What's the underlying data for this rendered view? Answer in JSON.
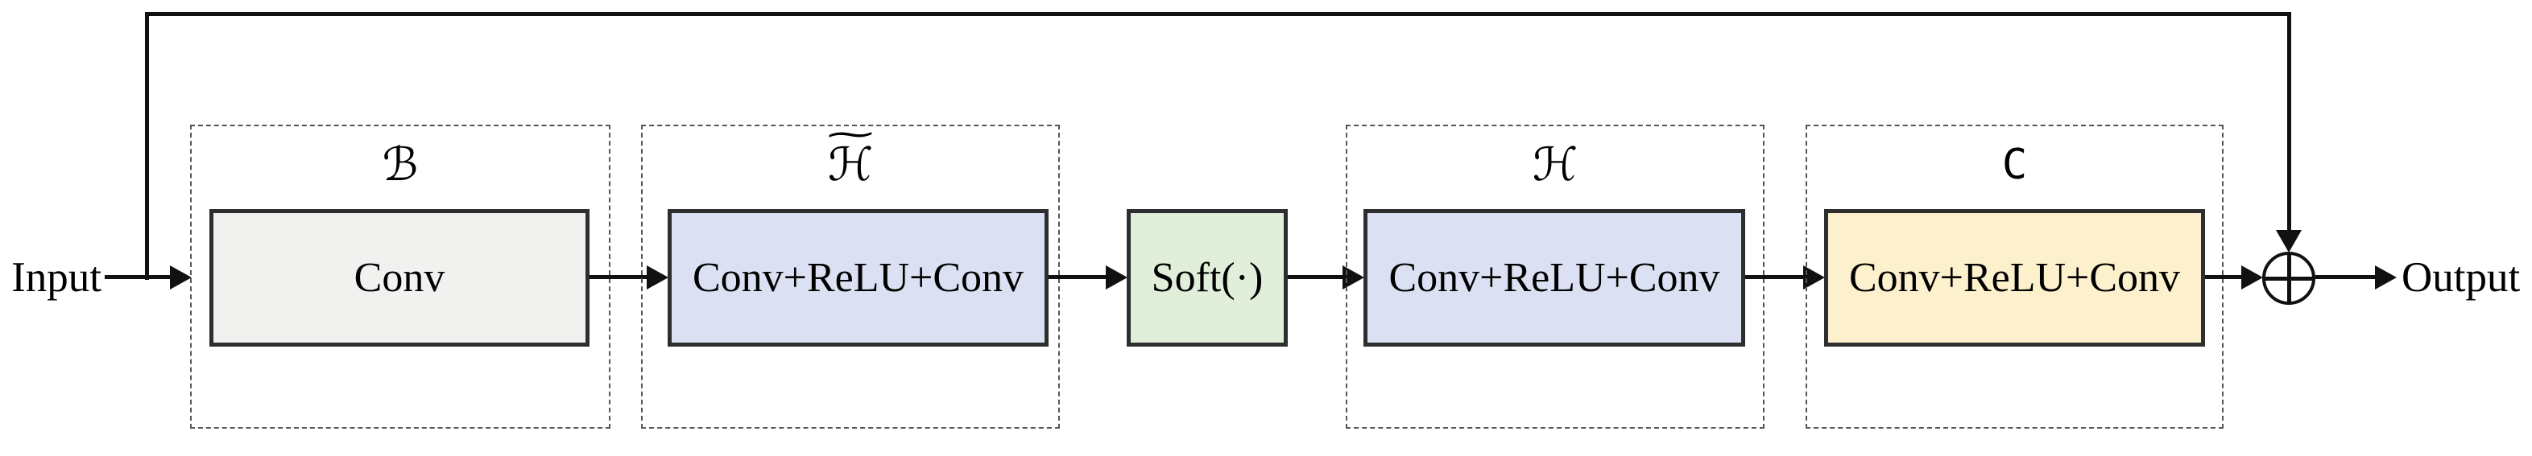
{
  "diagram": {
    "input_label": "Input",
    "output_label": "Output",
    "groups": [
      {
        "id": "B",
        "label": "ℬ",
        "tilde": "",
        "box_label": "Conv",
        "box_color": "#f1f1f0"
      },
      {
        "id": "H-tilde",
        "label": "ℋ",
        "tilde": "~",
        "box_label": "Conv+ReLU+Conv",
        "box_color": "#dbe1f2"
      },
      {
        "id": "H",
        "label": "ℋ",
        "tilde": "",
        "box_label": "Conv+ReLU+Conv",
        "box_color": "#dbe1f2"
      },
      {
        "id": "C",
        "label": "C",
        "tilde": "",
        "box_label": "Conv+ReLU+Conv",
        "box_color": "#fdf0cc"
      }
    ],
    "softmax_box_label": "Soft(·)",
    "softmax_box_color": "#e0eeda",
    "icons": {
      "sum_node": "circled-plus"
    },
    "colors": {
      "background": "#ffffff",
      "line": "#111111",
      "box_border": "#2e2e2e",
      "container_border": "#555555",
      "gray_box": "#f1f1f0",
      "blue_box": "#dbe1f2",
      "green_box": "#e0eeda",
      "yellow_box": "#fdf0cc"
    }
  }
}
